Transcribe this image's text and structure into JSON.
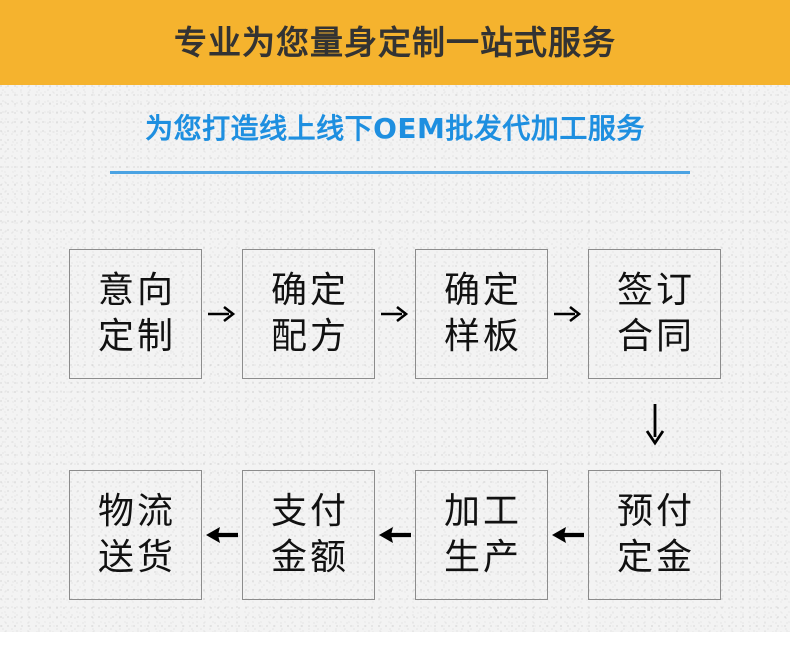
{
  "banner": {
    "title": "专业为您量身定制一站式服务",
    "bg_color": "#f5b32e",
    "text_color": "#333333"
  },
  "subtitle": {
    "text": "为您打造线上线下OEM批发代加工服务",
    "color": "#1e8fe0",
    "rule_color": "#4ba3e3"
  },
  "background": {
    "texture_color": "#f3f3f3",
    "page_color": "#ffffff"
  },
  "flow": {
    "box_border_color": "#8c8c8c",
    "box_text_color": "#111111",
    "arrow_color": "#000000",
    "row1": {
      "direction": "right",
      "arrow_glyph": "→",
      "steps": [
        {
          "line1": "意向",
          "line2": "定制"
        },
        {
          "line1": "确定",
          "line2": "配方"
        },
        {
          "line1": "确定",
          "line2": "样板"
        },
        {
          "line1": "签订",
          "line2": "合同"
        }
      ]
    },
    "connector": {
      "direction": "down",
      "arrow_glyph": "↓"
    },
    "row2": {
      "direction": "left",
      "arrow_glyph": "←",
      "steps": [
        {
          "line1": "物流",
          "line2": "送货"
        },
        {
          "line1": "支付",
          "line2": "金额"
        },
        {
          "line1": "加工",
          "line2": "生产"
        },
        {
          "line1": "预付",
          "line2": "定金"
        }
      ]
    }
  }
}
